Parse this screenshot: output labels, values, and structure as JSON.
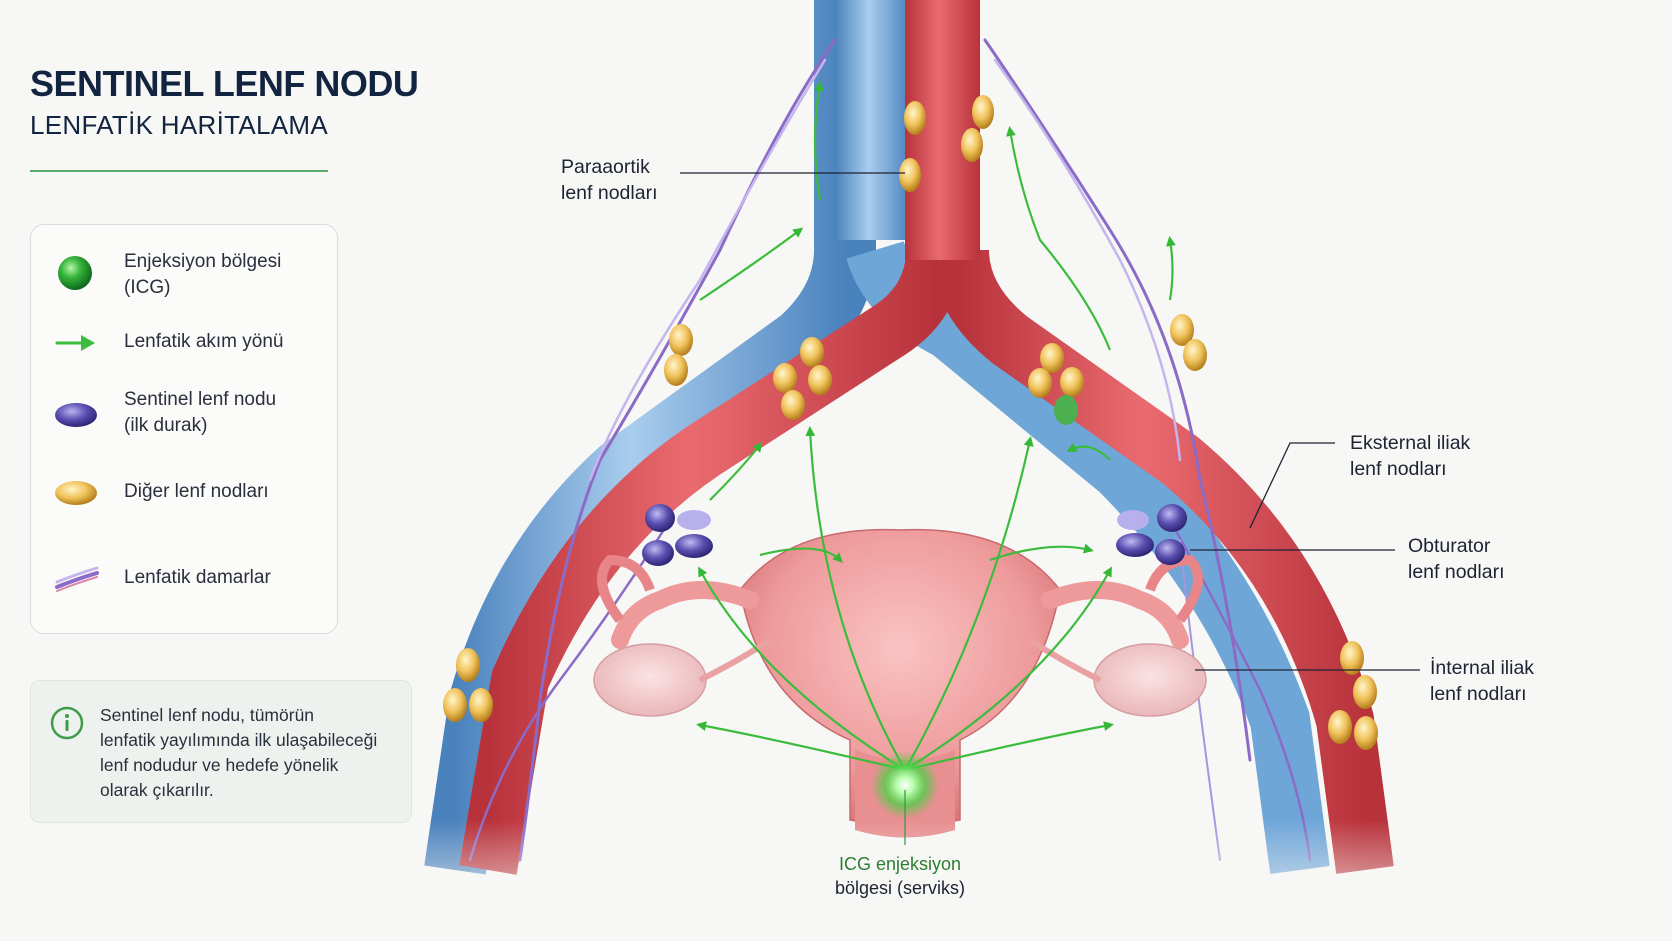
{
  "header": {
    "title": "SENTINEL LENF  NODU",
    "subtitle": "LENFATİK HARİTALAMA"
  },
  "legend": {
    "items": [
      {
        "icon": "green-sphere-icon",
        "line1": "Enjeksiyon bölgesi",
        "line2": "(ICG)"
      },
      {
        "icon": "green-arrow-icon",
        "line1": "Lenfatik akım yönü",
        "line2": ""
      },
      {
        "icon": "purple-node-icon",
        "line1": "Sentinel lenf nodu",
        "line2": "(ilk durak)"
      },
      {
        "icon": "yellow-node-icon",
        "line1": "Diğer lenf nodları",
        "line2": ""
      },
      {
        "icon": "lymph-vessel-icon",
        "line1": "Lenfatik damarlar",
        "line2": ""
      }
    ]
  },
  "info": {
    "icon": "info-icon",
    "text_lines": [
      "Sentinel lenf nodu, tümörün",
      "lenfatik yayılımında ilk ulaşabileceği",
      "lenf nodudur ve hedefe yönelik",
      "olarak çıkarılır."
    ]
  },
  "callouts": {
    "paraaortic": {
      "line1": "Paraaortik",
      "line2": "lenf nodları"
    },
    "external_iliac": {
      "line1": "Eksternal iliak",
      "line2": "lenf nodları"
    },
    "obturator": {
      "line1": "Obturator",
      "line2": "lenf nodları"
    },
    "internal_iliac": {
      "line1": "İnternal iliak",
      "line2": "lenf nodları"
    },
    "injection": {
      "line1": "ICG enjeksiyon",
      "line2": "bölgesi (serviks)"
    }
  },
  "colors": {
    "artery": "#d9535a",
    "vein": "#6fa6d8",
    "lymph_vessel": "#8c6bc7",
    "flow_arrow": "#3cbc3c",
    "sentinel_node": "#5a4fb0",
    "other_node": "#f0c25a",
    "uterus": "#ef9a9c",
    "injection_glow": "#4be04b",
    "accent": "#5aa86a"
  }
}
